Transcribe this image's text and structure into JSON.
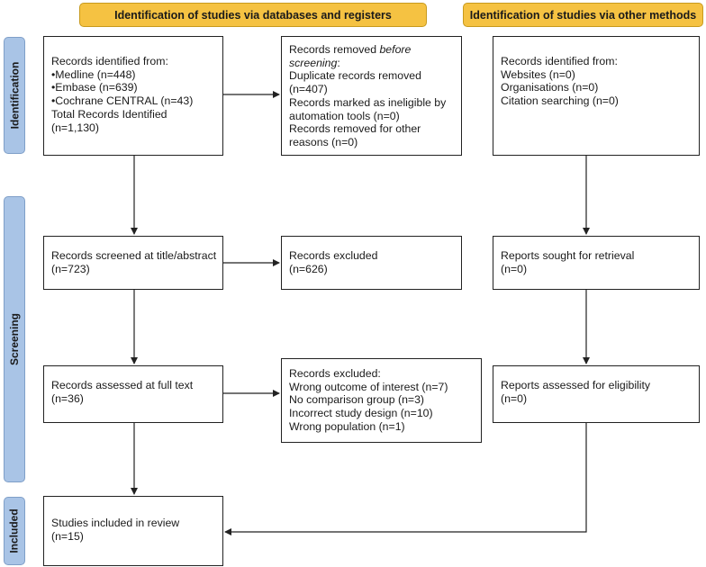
{
  "headers": {
    "databases": "Identification of studies via databases and registers",
    "other": "Identification of studies via other methods"
  },
  "phases": {
    "identification": "Identification",
    "screening": "Screening",
    "included": "Included"
  },
  "boxes": {
    "records_identified": [
      "Records identified from:",
      "•Medline (n=448)",
      "•Embase (n=639)",
      "•Cochrane CENTRAL (n=43)",
      "Total Records Identified",
      "(n=1,130)"
    ],
    "records_removed": {
      "line1": "Records removed ",
      "line1_italic": "before",
      "line2_italic": "screening",
      "line2_rest": ":",
      "lines": [
        "Duplicate records removed",
        "(n=407)",
        "Records marked as ineligible by",
        "automation tools (n=0)",
        "Records removed for other",
        "reasons (n=0)"
      ]
    },
    "other_identified": [
      "Records identified from:",
      "Websites (n=0)",
      "Organisations (n=0)",
      "Citation searching (n=0)"
    ],
    "screened": [
      "Records screened at title/abstract",
      "(n=723)"
    ],
    "excluded_screen": [
      "Records excluded",
      "(n=626)"
    ],
    "sought": [
      "Reports sought for retrieval",
      "(n=0)"
    ],
    "full_text": [
      "Records assessed at full text",
      "(n=36)"
    ],
    "excluded_full": [
      "Records excluded:",
      "Wrong outcome of interest (n=7)",
      "No comparison group (n=3)",
      "Incorrect study design (n=10)",
      "Wrong population (n=1)"
    ],
    "eligibility": [
      "Reports assessed for eligibility",
      "(n=0)"
    ],
    "included": [
      "Studies included in review",
      "(n=15)"
    ]
  }
}
